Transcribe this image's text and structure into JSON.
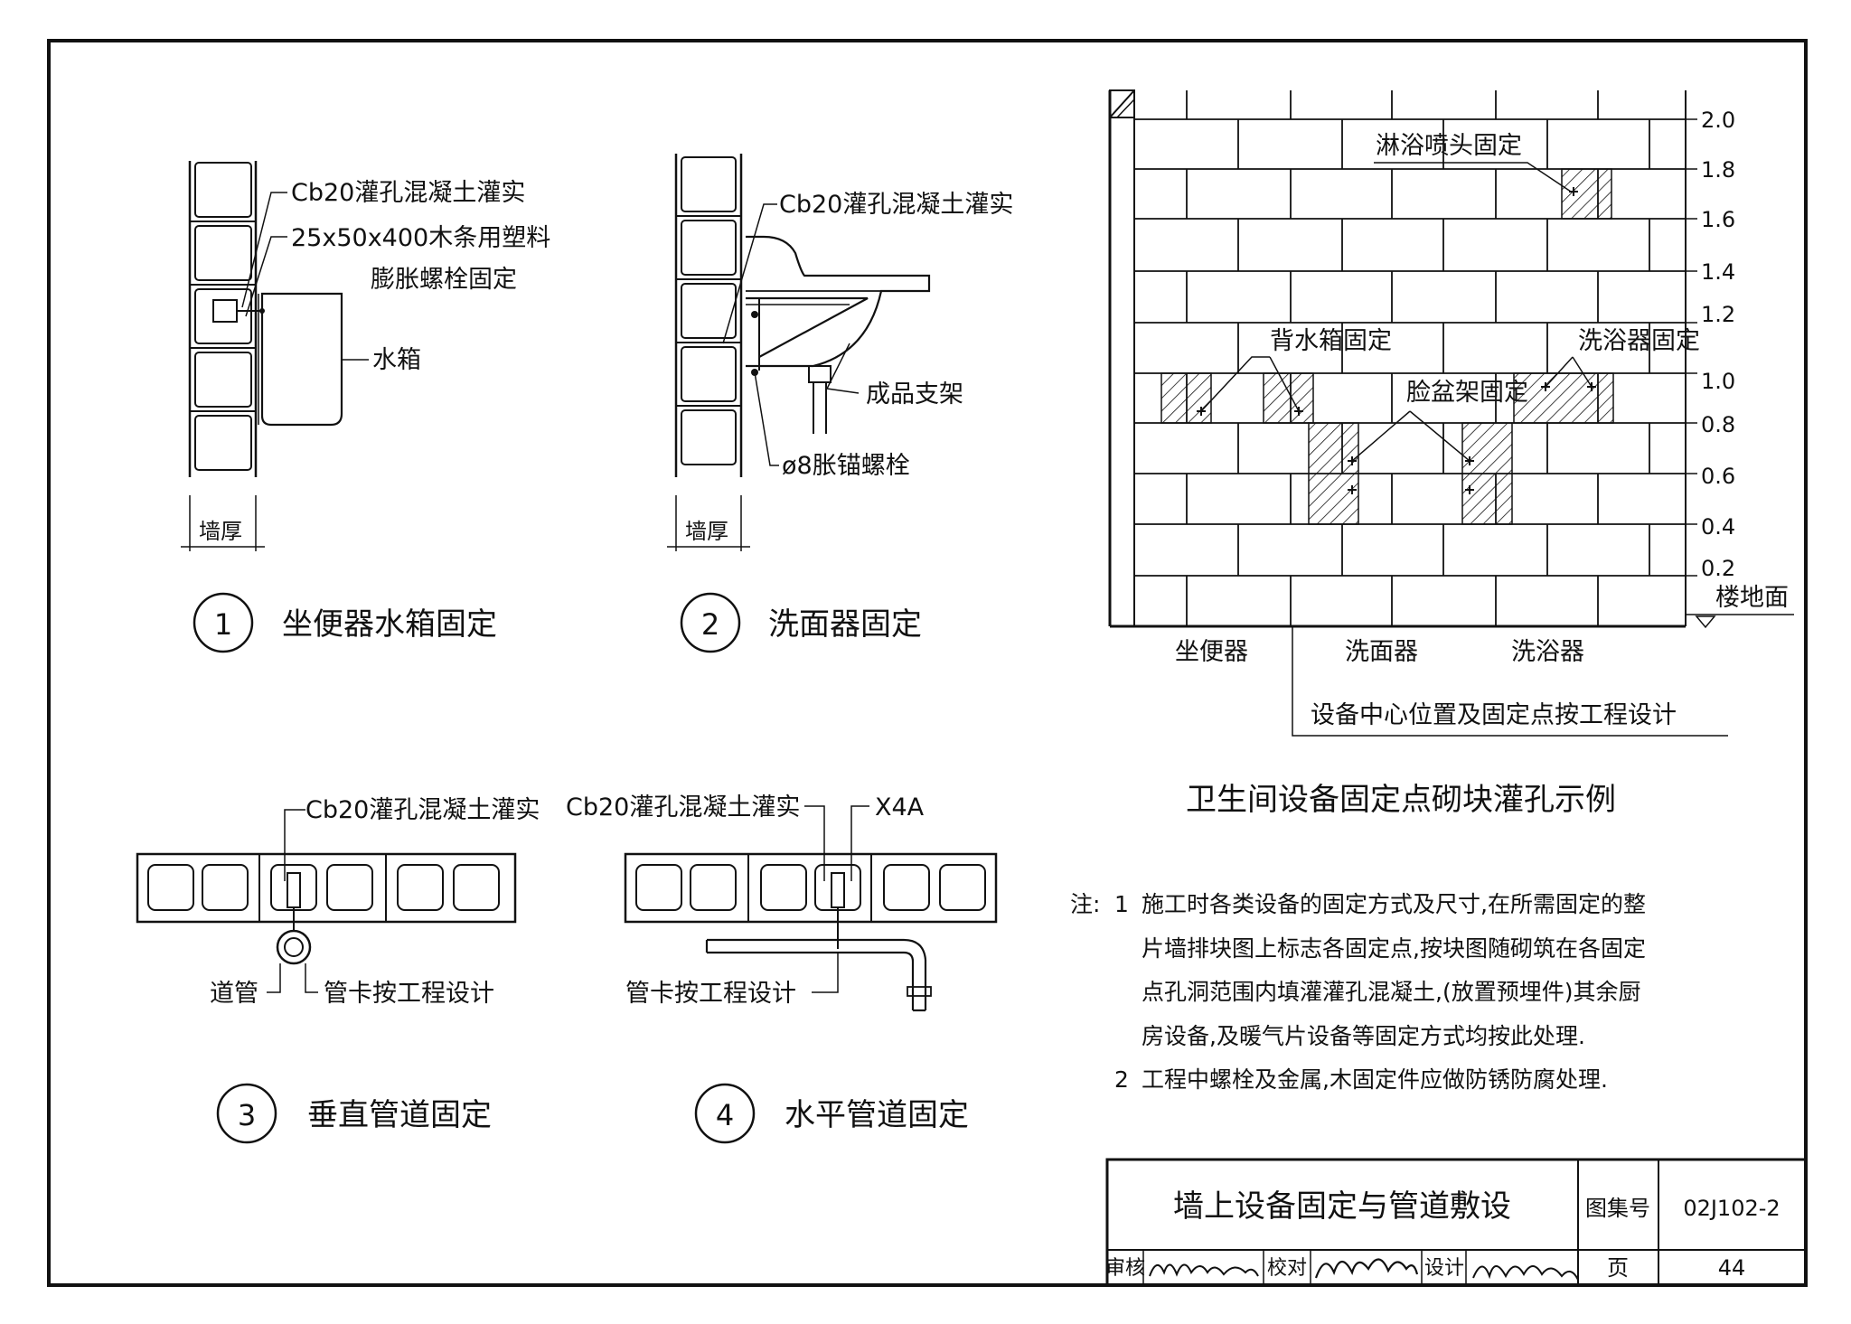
{
  "sheet": {
    "detail1": {
      "num": "1",
      "caption": "坐便器水箱固定",
      "label_grout": "Cb20灌孔混凝土灌实",
      "label_wood_1": "25x50x400木条用塑料",
      "label_wood_2": "膨胀螺栓固定",
      "label_tank": "水箱",
      "label_wall": "墙厚"
    },
    "detail2": {
      "num": "2",
      "caption": "洗面器固定",
      "label_grout": "Cb20灌孔混凝土灌实",
      "label_bracket": "成品支架",
      "label_bolt": "ø8胀锚螺栓",
      "label_wall": "墙厚"
    },
    "detail3": {
      "num": "3",
      "caption": "垂直管道固定",
      "label_grout": "Cb20灌孔混凝土灌实",
      "label_pipe": "道管",
      "label_clamp": "管卡按工程设计"
    },
    "detail4": {
      "num": "4",
      "caption": "水平管道固定",
      "label_grout": "Cb20灌孔混凝土灌实",
      "label_x4a": "X4A",
      "label_clamp": "管卡按工程设计"
    },
    "elevation": {
      "heights": [
        "2.0",
        "1.8",
        "1.6",
        "1.4",
        "1.2",
        "1.0",
        "0.8",
        "0.6",
        "0.4",
        "0.2"
      ],
      "floor": "楼地面",
      "label_shower": "淋浴喷头固定",
      "label_tank": "背水箱固定",
      "label_bathtub": "洗浴器固定",
      "label_basin": "脸盆架固定",
      "fixture_toilet": "坐便器",
      "fixture_basin": "洗面器",
      "fixture_bath": "洗浴器",
      "center_note": "设备中心位置及固定点按工程设计",
      "title": "卫生间设备固定点砌块灌孔示例"
    },
    "notes": {
      "prefix": "注:",
      "n1_num": "1",
      "n1_l1": "施工时各类设备的固定方式及尺寸,在所需固定的整",
      "n1_l2": "片墙排块图上标志各固定点,按块图随砌筑在各固定",
      "n1_l3": "点孔洞范围内填灌灌孔混凝土,(放置预埋件)其余厨",
      "n1_l4": "房设备,及暖气片设备等固定方式均按此处理.",
      "n2_num": "2",
      "n2_l1": "工程中螺栓及金属,木固定件应做防锈防腐处理."
    },
    "title_block": {
      "title": "墙上设备固定与管道敷设",
      "atlas_label": "图集号",
      "atlas_no": "02J102-2",
      "review_label": "审核",
      "check_label": "校对",
      "design_label": "设计",
      "page_label": "页",
      "page_no": "44"
    }
  }
}
